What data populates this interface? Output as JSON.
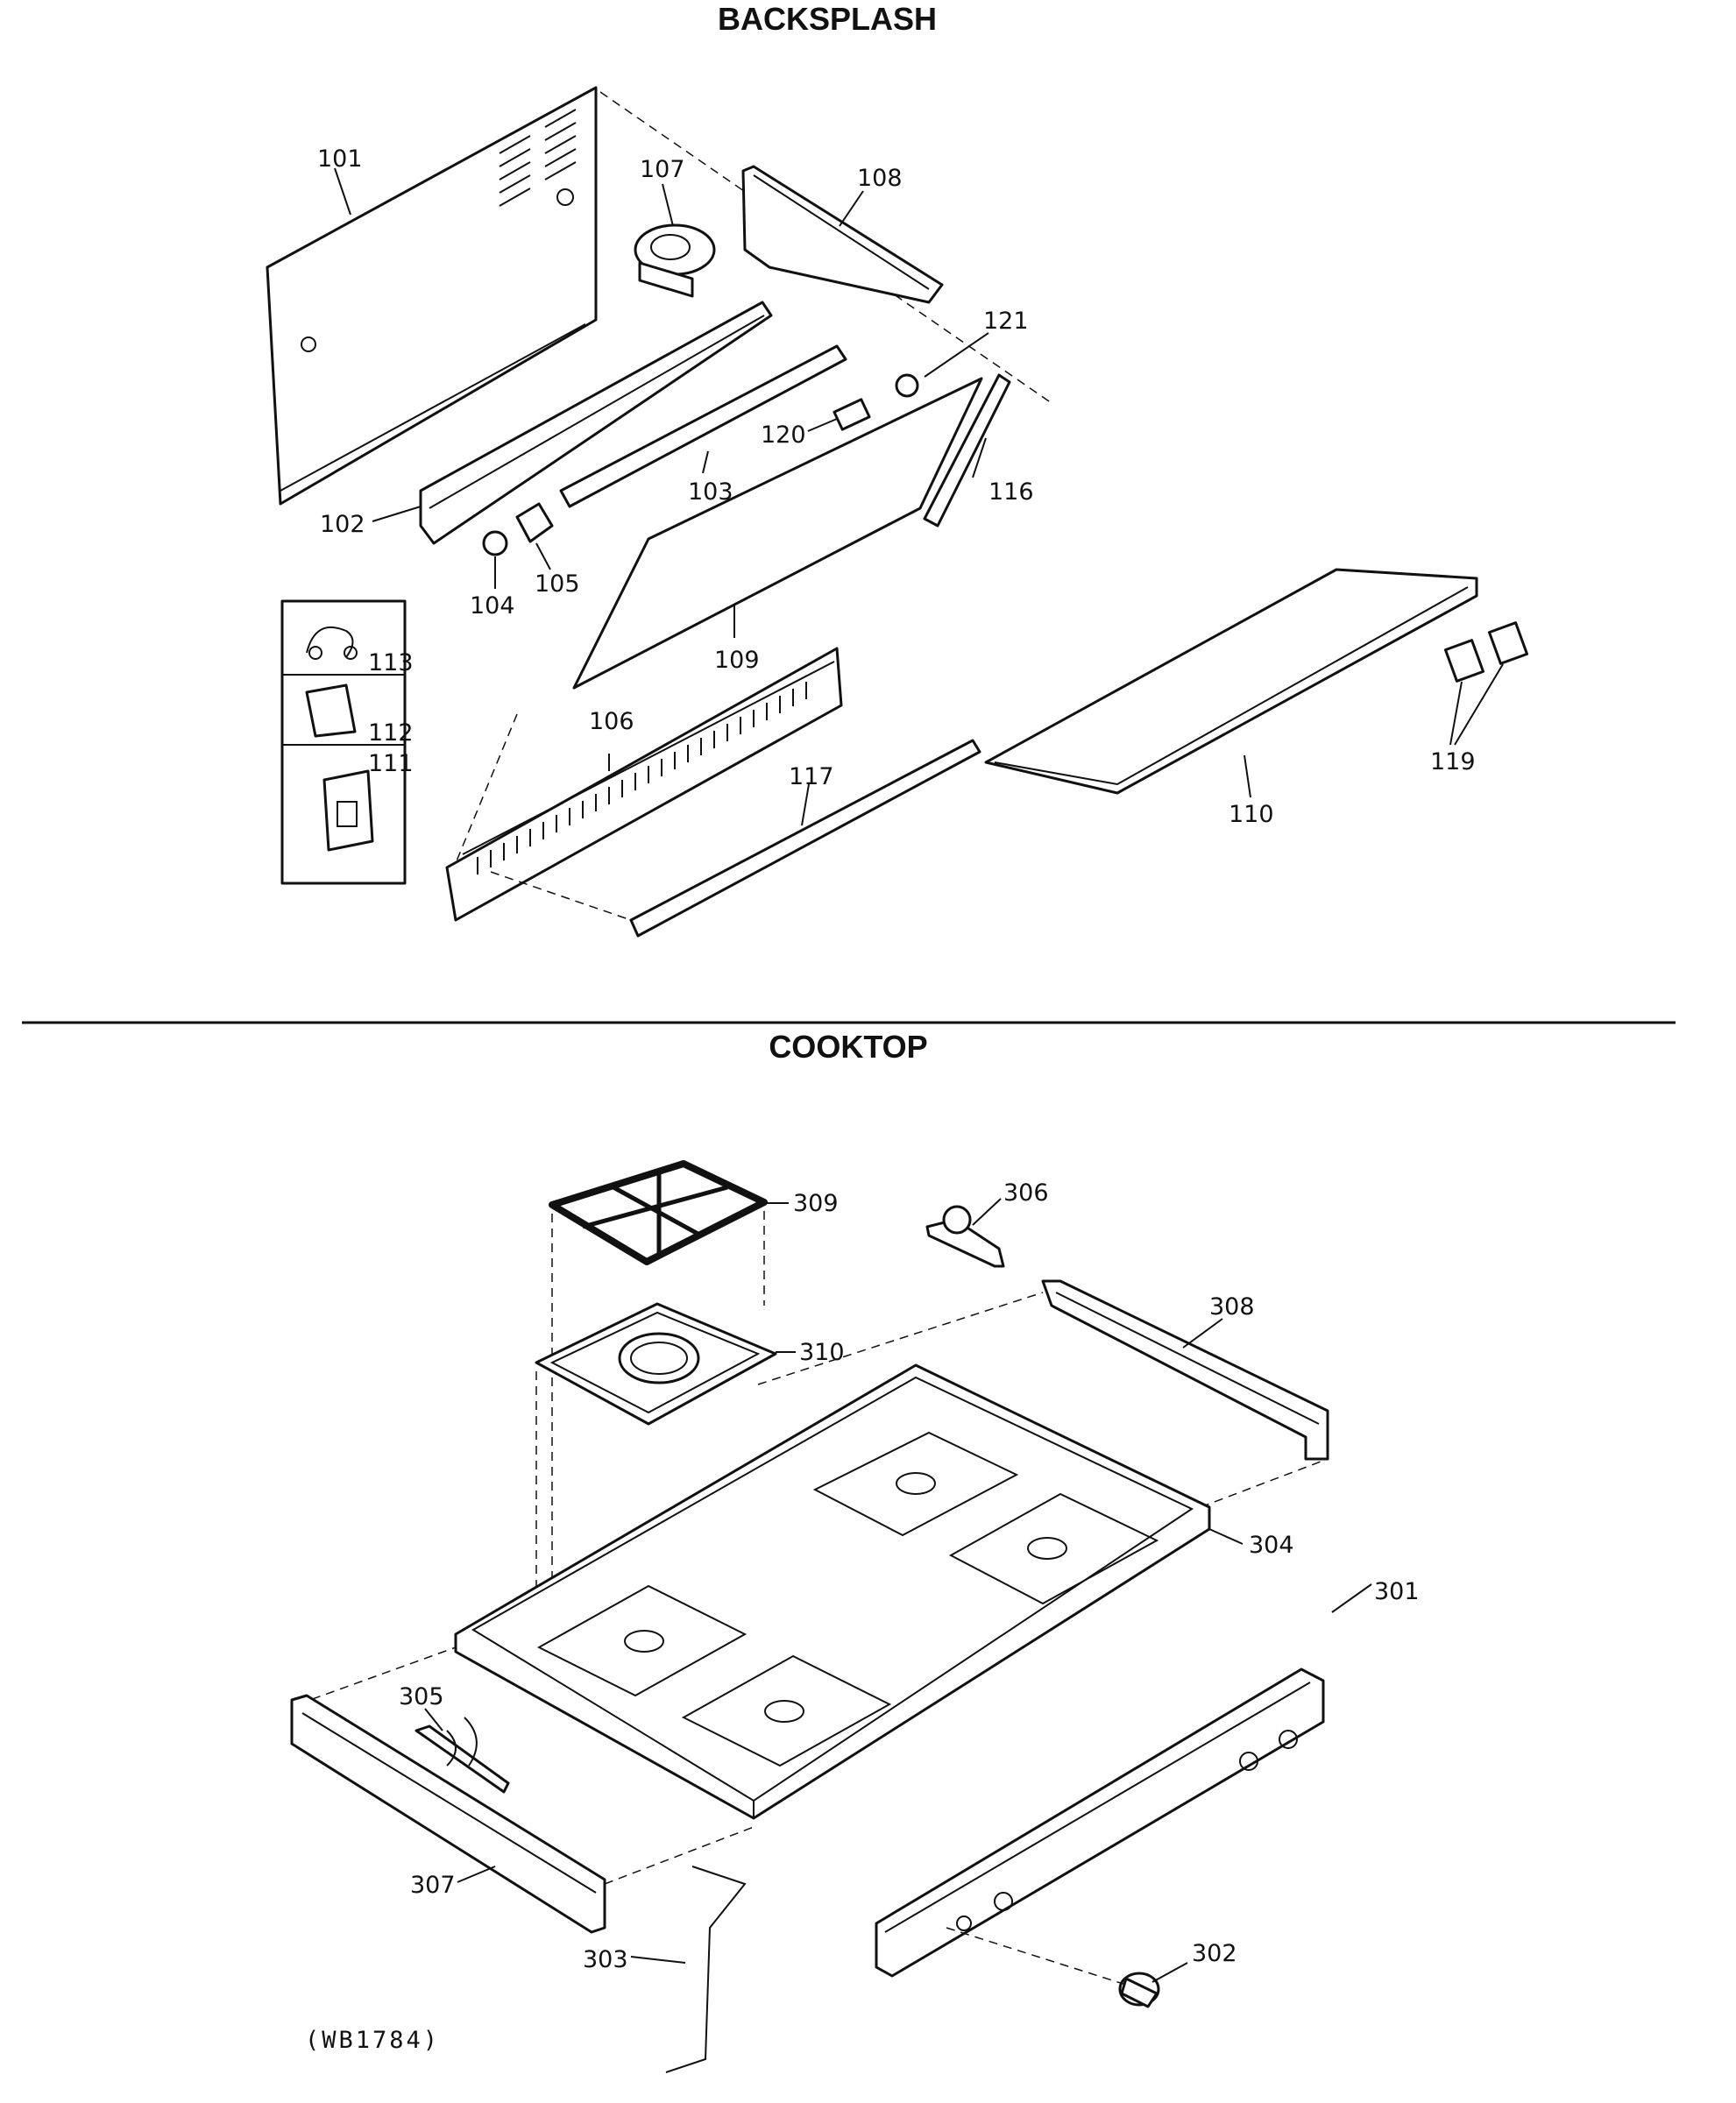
{
  "sections": {
    "backsplash": {
      "title": "BACKSPLASH"
    },
    "cooktop": {
      "title": "COOKTOP"
    }
  },
  "backsplash_parts": [
    {
      "label": "101"
    },
    {
      "label": "107"
    },
    {
      "label": "108"
    },
    {
      "label": "121"
    },
    {
      "label": "120"
    },
    {
      "label": "116"
    },
    {
      "label": "103"
    },
    {
      "label": "102"
    },
    {
      "label": "104"
    },
    {
      "label": "105"
    },
    {
      "label": "109"
    },
    {
      "label": "113"
    },
    {
      "label": "112"
    },
    {
      "label": "111"
    },
    {
      "label": "106"
    },
    {
      "label": "117"
    },
    {
      "label": "110"
    },
    {
      "label": "119"
    }
  ],
  "cooktop_parts": [
    {
      "label": "309"
    },
    {
      "label": "306"
    },
    {
      "label": "310"
    },
    {
      "label": "308"
    },
    {
      "label": "304"
    },
    {
      "label": "301"
    },
    {
      "label": "305"
    },
    {
      "label": "307"
    },
    {
      "label": "303"
    },
    {
      "label": "302"
    }
  ],
  "model_code": "(WB1784)"
}
